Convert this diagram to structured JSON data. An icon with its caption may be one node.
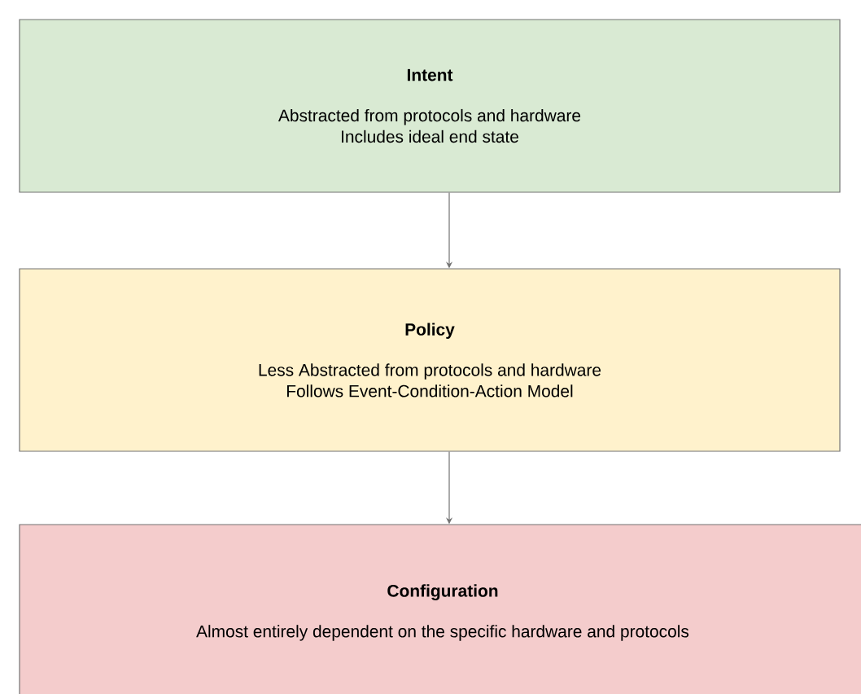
{
  "diagram": {
    "nodes": [
      {
        "text": [
          "Intent",
          "Abstracted from protocols and hardware",
          "Includes ideal end state"
        ]
      },
      {
        "text": [
          "Policy",
          "Less Abstracted from protocols and hardware",
          "Follows Event-Condition-Action Model"
        ]
      },
      {
        "text": [
          "Configuration",
          "Almost entirely dependent on the specific hardware and protocols"
        ]
      }
    ],
    "edges": [
      {
        "from": 0,
        "to": 1,
        "arrow": "to"
      },
      {
        "from": 1,
        "to": 2,
        "arrow": "to"
      }
    ]
  }
}
